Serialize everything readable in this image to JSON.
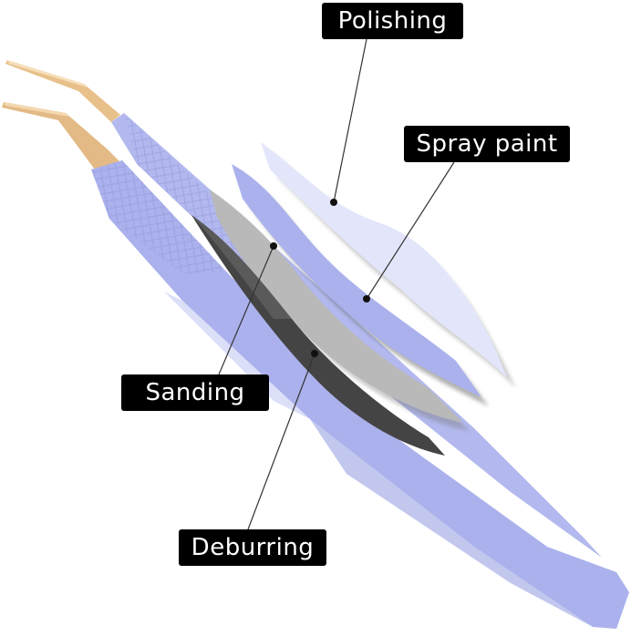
{
  "image": {
    "subject": "tweezers",
    "colors": {
      "body": "#aab1ec",
      "body_shadow": "#8f97d8",
      "body_highlight": "#c4c9f4",
      "gold_tip": "#e8c08a",
      "polishing_layer": "#e3e5fa",
      "spray_layer": "#aab1ec",
      "sanding_layer": "#b9b9b9",
      "deburring_layer": "#444444",
      "label_bg": "#000000",
      "label_text": "#ffffff"
    }
  },
  "labels": {
    "polishing": "Polishing",
    "spray_paint": "Spray paint",
    "sanding": "Sanding",
    "deburring": "Deburring"
  }
}
